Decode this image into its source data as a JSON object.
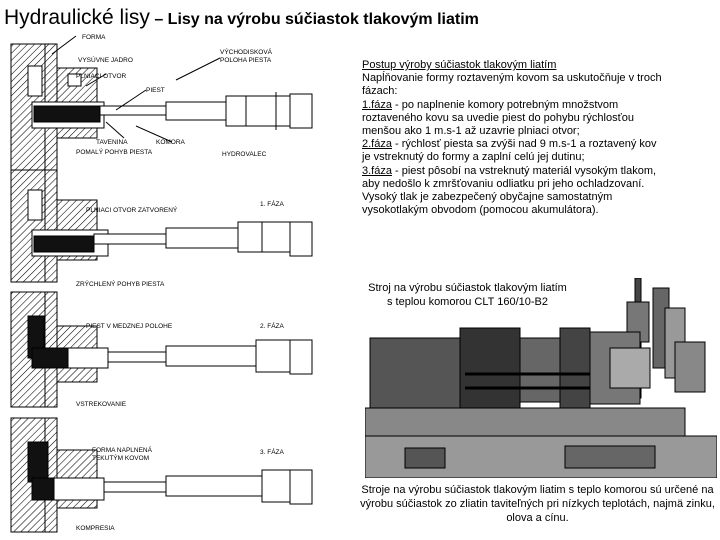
{
  "title": {
    "main": "Hydraulické lisy",
    "sub": " – Lisy na výrobu súčiastok tlakovým liatim"
  },
  "diagram": {
    "labels": {
      "forma": "FORMA",
      "vysuvne_jadro": "VYSÚVNE JADRO",
      "plniaci_otvor": "PLNIACI OTVOR",
      "vychodiskova_1": "VÝCHODISKOVÁ",
      "vychodiskova_2": "POLOHA PIESTA",
      "piest": "PIEST",
      "tavenina": "TAVENINA",
      "komora": "KOMORA",
      "pomaly_pohyb": "POMALÝ POHYB PIESTA",
      "hydrovalec": "HYDROVALEC",
      "faza1": "1. FÁZA",
      "plniaci_zatvoreny": "PLNIACI OTVOR ZATVORENÝ",
      "zrychleny": "ZRÝCHLENÝ POHYB PIESTA",
      "faza2": "2. FÁZA",
      "piest_medzi": "PIEST V MEDZNEJ POLOHE",
      "vstrekovanie": "VSTREKOVANIE",
      "forma_naplnena_1": "FORMA NAPLNENÁ",
      "forma_naplnena_2": "TEKUTÝM KOVOM",
      "faza3": "3. FÁZA",
      "kompresia": "KOMPRESIA"
    }
  },
  "description": {
    "heading": "Postup výroby súčiastok tlakovým liatím",
    "intro": "Napĺňovanie formy roztaveným kovom sa uskutočňuje v troch fázach:",
    "phase1_label": "1.fáza",
    "phase1_text": " - po naplnenie komory potrebným množstvom roztaveného kovu sa uvedie piest do pohybu rýchlosťou menšou ako 1 m.s-1 až uzavrie plniaci otvor;",
    "phase2_label": "2.fáza",
    "phase2_text": " - rýchlosť piesta sa zvýši nad 9 m.s-1 a roztavený kov je vstreknutý do formy a zaplní celú jej dutinu;",
    "phase3_label": "3.fáza",
    "phase3_text": " - piest pôsobí na vstreknutý materiál vysokým tlakom, aby nedošlo k zmršťovaniu odliatku pri jeho ochladzovaní. Vysoký tlak je zabezpečený obyčajne samostatným vysokotlakým obvodom (pomocou akumulátora)."
  },
  "machine_caption": {
    "line1": "Stroj na výrobu súčiastok tlakovým liatím",
    "line2": "s teplou komorou CLT 160/10-B2"
  },
  "bottom_text": "Stroje na výrobu súčiastok tlakovým liatim s teplo komorou sú určené na výrobu súčiastok zo zliatin taviteľných pri nízkych teplotách, najmä zinku, olova a cínu."
}
